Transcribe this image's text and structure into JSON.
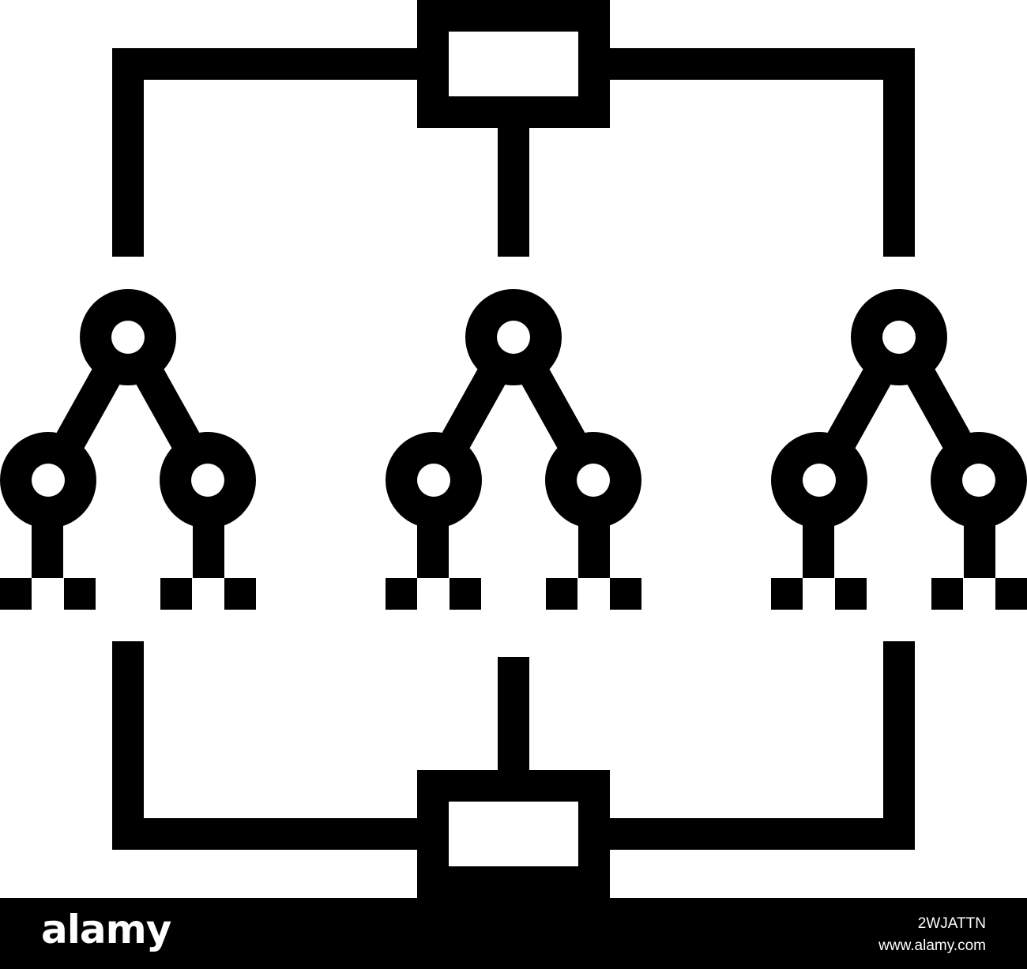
{
  "icon": {
    "name": "ensemble-decision-trees-icon",
    "stroke_color": "#000000",
    "background_color": "#ffffff",
    "tree_count": 3
  },
  "footer": {
    "brand": "alamy",
    "image_id": "2WJATTN",
    "url": "www.alamy.com",
    "background_color": "#000000",
    "text_color": "#ffffff"
  }
}
